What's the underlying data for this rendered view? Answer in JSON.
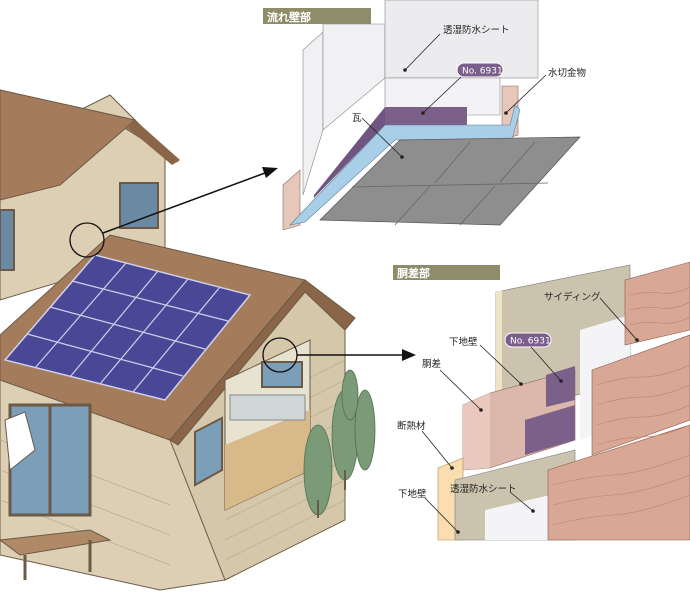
{
  "colors": {
    "section_label_bg": "#8f8c6a",
    "product_pill": "#7a5f8c",
    "roof": "#a47c5c",
    "wall": "#dccfb3",
    "solar": "#4a4896",
    "flashing": "#a9cfe8",
    "tile": "#8e8e8e",
    "siding": "#d9a796",
    "tree": "#7a9a78"
  },
  "top_detail": {
    "section_label": "流れ壁部",
    "labels": {
      "sheet": "透湿防水シート",
      "product": "No. 6931",
      "flashing": "水切金物",
      "tile": "瓦"
    }
  },
  "bottom_detail": {
    "section_label": "胴差部",
    "labels": {
      "siding": "サイディング",
      "base_wall_upper": "下地壁",
      "product": "No. 6931",
      "girth": "胴差",
      "insulation": "断熱材",
      "base_wall_lower": "下地壁",
      "sheet": "透湿防水シート"
    }
  }
}
